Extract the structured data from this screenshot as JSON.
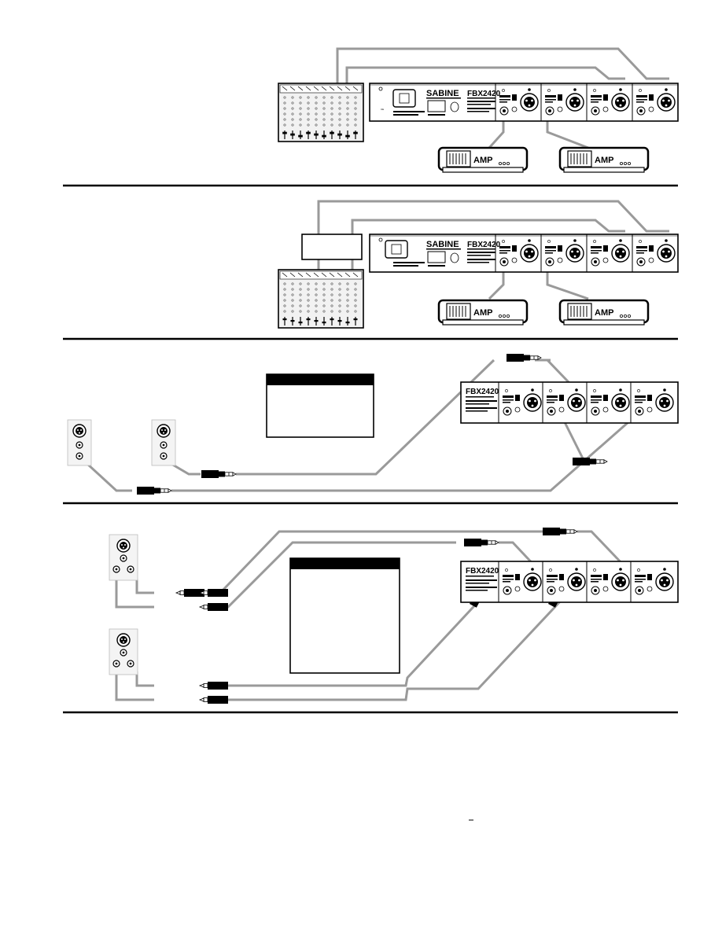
{
  "labels": {
    "brand": "SABINE",
    "model": "FBX2420",
    "amp": "AMP"
  },
  "colors": {
    "cable": "#9a9a9a",
    "panel_outline": "#000000",
    "divider": "#000000",
    "callout_header": "#000000",
    "amp_grille": "#ffffff"
  },
  "icons": {
    "mixer": "mixer-console-icon",
    "amp": "power-amplifier-icon",
    "connector_panel": "wall-plate-xlr-rca-icon",
    "plug": "quarter-inch-phone-plug-icon",
    "xlr": "xlr-jack-icon"
  }
}
